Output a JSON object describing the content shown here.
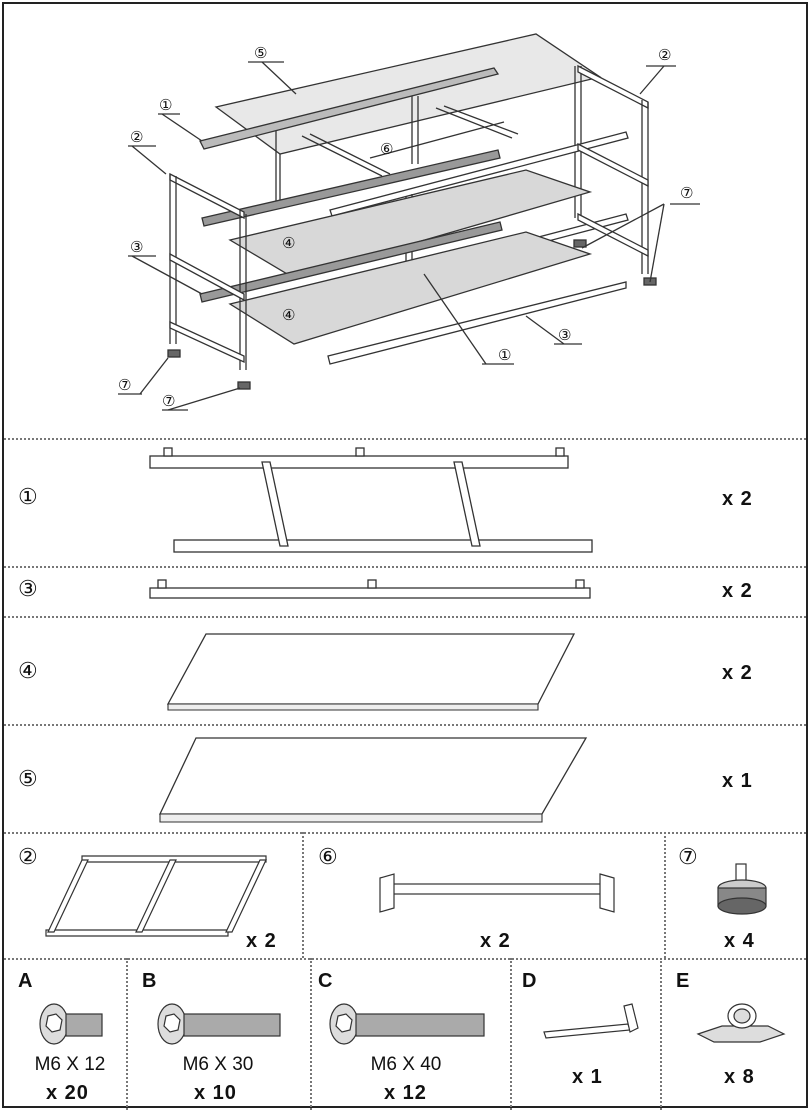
{
  "exploded_view": {
    "callouts": [
      "①",
      "②",
      "③",
      "④",
      "⑤",
      "⑥",
      "⑦"
    ]
  },
  "parts": [
    {
      "id": "①",
      "qty": "x 2"
    },
    {
      "id": "③",
      "qty": "x 2"
    },
    {
      "id": "④",
      "qty": "x 2"
    },
    {
      "id": "⑤",
      "qty": "x 1"
    },
    {
      "id": "②",
      "qty": "x 2"
    },
    {
      "id": "⑥",
      "qty": "x 2"
    },
    {
      "id": "⑦",
      "qty": "x 4"
    }
  ],
  "hardware": [
    {
      "letter": "A",
      "spec": "M6 X 12",
      "qty": "x 20"
    },
    {
      "letter": "B",
      "spec": "M6 X 30",
      "qty": "x 10"
    },
    {
      "letter": "C",
      "spec": "M6 X 40",
      "qty": "x 12"
    },
    {
      "letter": "D",
      "spec": "",
      "qty": "x 1"
    },
    {
      "letter": "E",
      "spec": "",
      "qty": "x 8"
    }
  ]
}
